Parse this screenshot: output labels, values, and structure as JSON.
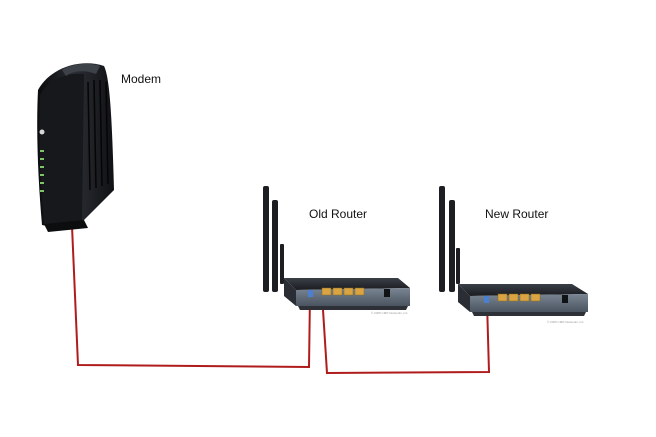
{
  "diagram": {
    "devices": {
      "modem": {
        "label": "Modem"
      },
      "old_router": {
        "label": "Old Router",
        "copyright": "© 2005 CMD Networks, Inc."
      },
      "new_router": {
        "label": "New Router",
        "copyright": "© 2005 CMD Networks, Inc."
      }
    },
    "connections": [
      {
        "from": "modem",
        "to": "old_router",
        "port": "internet"
      },
      {
        "from": "old_router",
        "to": "new_router",
        "port": "internet"
      }
    ],
    "colors": {
      "cable": "#b01c1c",
      "device_body": "#1c1e22",
      "router_face": "#5e6a78",
      "ethernet_port": "#d9a441",
      "led": "#7ec46a"
    }
  }
}
